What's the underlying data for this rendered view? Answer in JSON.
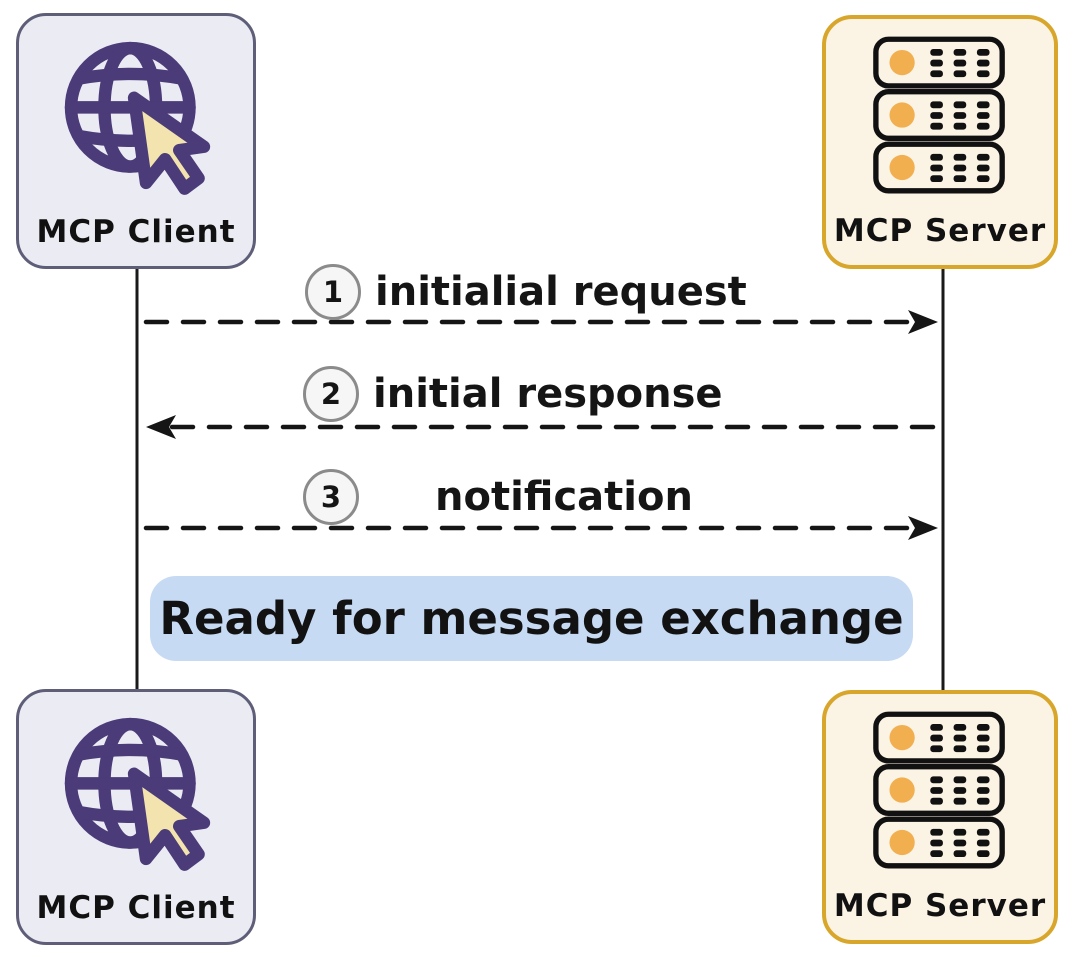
{
  "nodes": {
    "client_top": {
      "label": "MCP Client"
    },
    "server_top": {
      "label": "MCP Server"
    },
    "client_bottom": {
      "label": "MCP Client"
    },
    "server_bottom": {
      "label": "MCP Server"
    }
  },
  "messages": [
    {
      "num": "1",
      "label": "initialial request",
      "direction": "client-to-server"
    },
    {
      "num": "2",
      "label": "initial response",
      "direction": "server-to-client"
    },
    {
      "num": "3",
      "label": "notification",
      "direction": "client-to-server"
    }
  ],
  "banner": {
    "text": "Ready for message exchange"
  },
  "icons": {
    "client": "globe-with-cursor-icon",
    "server": "server-rack-icon"
  },
  "colors": {
    "client_box_bg": "#ebebf3",
    "client_box_border": "#5e5e78",
    "client_icon_purple": "#4b3b78",
    "cursor_fill": "#f3e3ae",
    "server_box_bg": "#fbf4e5",
    "server_box_border": "#d8a62b",
    "server_led_orange": "#f2af4f",
    "banner_bg": "#c7daf4",
    "line_black": "#151515"
  }
}
